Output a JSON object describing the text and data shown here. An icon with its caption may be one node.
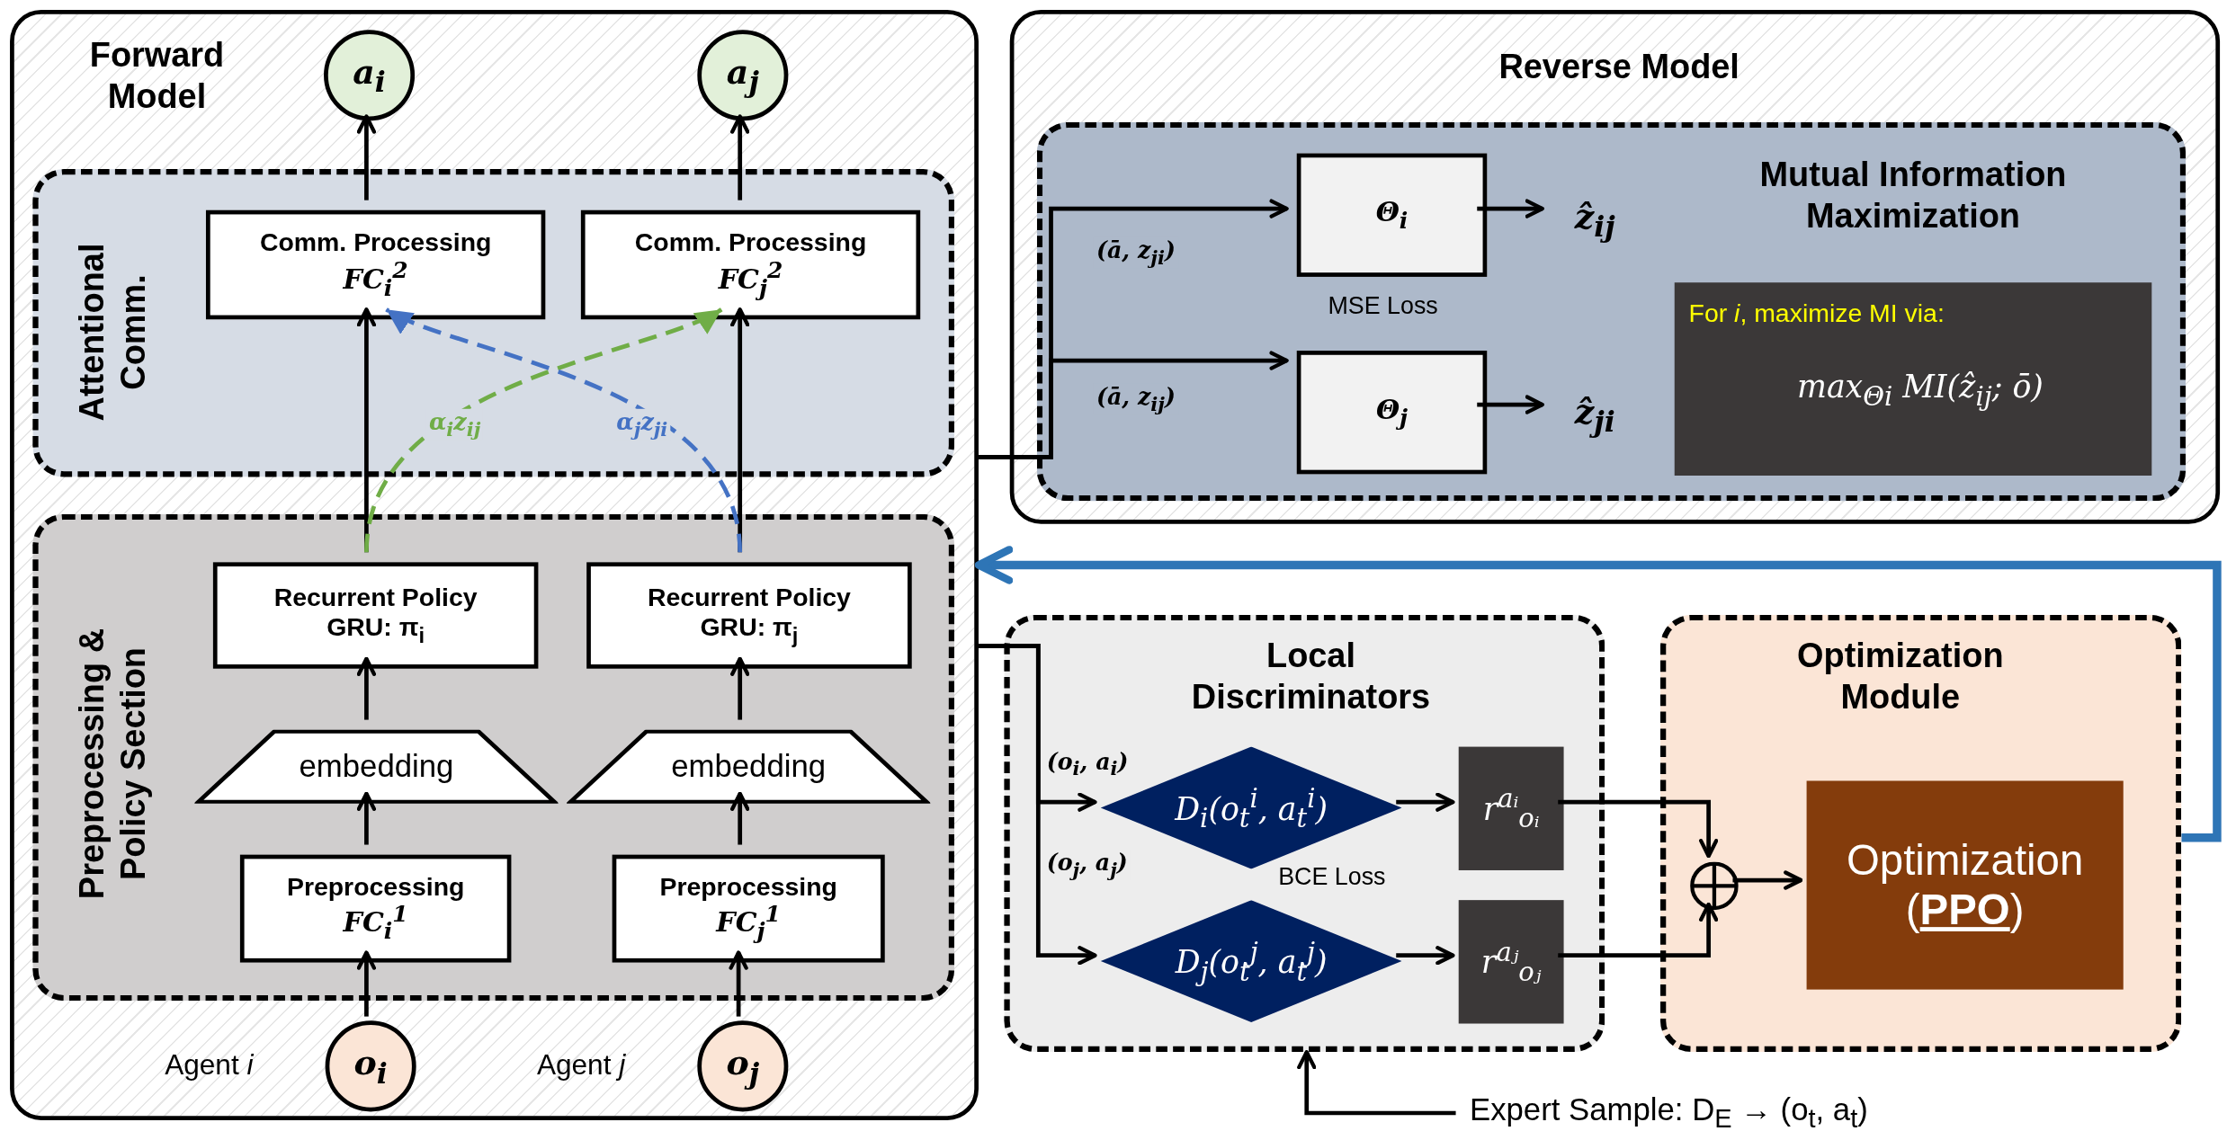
{
  "diagram": {
    "nodes": [
      {
        "text": [
          "Forward Model"
        ]
      },
      {
        "text": [
          "a$_{i}$"
        ],
        "in": 0
      },
      {
        "text": [
          "a$_{j}$"
        ],
        "in": 0
      },
      {
        "text": [
          "Attentional Comm."
        ],
        "in": 0
      },
      {
        "text": [
          "Comm. Processing",
          "FC$_{i}$$^{2}$"
        ],
        "in": 3
      },
      {
        "text": [
          "Comm. Processing",
          "FC$_{j}$$^{2}$"
        ],
        "in": 3
      },
      {
        "text": [
          "Preprocessing & Policy Section"
        ],
        "in": 0
      },
      {
        "text": [
          "Recurrent Policy",
          "GRU: π$_{i}$"
        ],
        "in": 6
      },
      {
        "text": [
          "Recurrent Policy",
          "GRU: π$_{j}$"
        ],
        "in": 6
      },
      {
        "text": [
          "embedding"
        ],
        "in": 6
      },
      {
        "text": [
          "embedding"
        ],
        "in": 6
      },
      {
        "text": [
          "Preprocessing",
          "FC$_{i}$$^{1}$"
        ],
        "in": 6
      },
      {
        "text": [
          "Preprocessing",
          "FC$_{j}$$^{1}$"
        ],
        "in": 6
      },
      {
        "text": [
          "o$_{i}$"
        ],
        "in": 0,
        "beside": [
          "Agent *i*"
        ]
      },
      {
        "text": [
          "o$_{j}$"
        ],
        "in": 0,
        "beside": [
          "Agent *j*"
        ]
      },
      {
        "text": [
          "Reverse Model"
        ]
      },
      {
        "text": [
          "Mutual Information Maximization"
        ],
        "in": 15
      },
      {
        "text": [
          "Θ$_{i}$"
        ],
        "in": 16
      },
      {
        "text": [
          "Θ$_{j}$"
        ],
        "in": 16
      },
      {
        "text": [
          "ẑ$_{ij}$"
        ],
        "in": 16
      },
      {
        "text": [
          "ẑ$_{ji}$"
        ],
        "in": 16
      },
      {
        "text": [
          "For *i*, maximize MI via:",
          "max$_{Θi}$ MI(ẑ$_{ij}$; ō)"
        ],
        "in": 16
      },
      {
        "text": [
          "Local Discriminators"
        ]
      },
      {
        "text": [
          "D$_{i}$(o$_{t}$$^{i}$, a$_{t}$$^{i}$)"
        ],
        "in": 22
      },
      {
        "text": [
          "D$_{j}$(o$_{t}$$^{j}$, a$_{t}$$^{j}$)"
        ],
        "in": 22
      },
      {
        "text": [
          "r$^{aᵢ}$$_{oᵢ}$"
        ],
        "in": 22
      },
      {
        "text": [
          "r$^{aⱼ}$$_{oⱼ}$"
        ],
        "in": 22
      },
      {
        "text": [
          "Optimization Module"
        ]
      },
      {
        "text": [],
        "shape": "circle",
        "in": 27
      },
      {
        "text": [
          "Optimization (**PPO**)"
        ],
        "in": 27
      },
      {
        "text": [
          "Expert Sample: D$_{E}$ → (o$_{t}$, a$_{t}$)"
        ]
      }
    ],
    "edges": [
      {
        "from": 4,
        "to": 1,
        "arrow": "to"
      },
      {
        "from": 5,
        "to": 2,
        "arrow": "to"
      },
      {
        "from": 7,
        "to": 4,
        "arrow": "to"
      },
      {
        "from": 8,
        "to": 5,
        "arrow": "to"
      },
      {
        "from": 7,
        "to": 5,
        "arrow": "to",
        "label": "α$_{i}$z$_{ij}$",
        "style": "dashed",
        "color": "#70ad47"
      },
      {
        "from": 8,
        "to": 4,
        "arrow": "to",
        "label": "α$_{j}$z$_{ji}$",
        "style": "dashed",
        "color": "#4472c4"
      },
      {
        "from": 9,
        "to": 7,
        "arrow": "to"
      },
      {
        "from": 10,
        "to": 8,
        "arrow": "to"
      },
      {
        "from": 11,
        "to": 9,
        "arrow": "to"
      },
      {
        "from": 12,
        "to": 10,
        "arrow": "to"
      },
      {
        "from": 13,
        "to": 11,
        "arrow": "to"
      },
      {
        "from": 14,
        "to": 12,
        "arrow": "to"
      },
      {
        "from": 0,
        "to": 17,
        "arrow": "to",
        "label": "(ā, z$_{ji}$)"
      },
      {
        "from": 0,
        "to": 18,
        "arrow": "to",
        "label": "(ā, z$_{ij}$)"
      },
      {
        "from": 17,
        "to": 19,
        "arrow": "to"
      },
      {
        "from": 18,
        "to": 20,
        "arrow": "to"
      },
      {
        "from": 0,
        "to": 23,
        "arrow": "to",
        "label": "(o$_{i}$, a$_{i}$)"
      },
      {
        "from": 0,
        "to": 24,
        "arrow": "to",
        "label": "(o$_{j}$, a$_{j}$)"
      },
      {
        "from": 23,
        "to": 25,
        "arrow": "to"
      },
      {
        "from": 24,
        "to": 26,
        "arrow": "to"
      },
      {
        "from": 25,
        "to": 28,
        "arrow": "to"
      },
      {
        "from": 26,
        "to": 28,
        "arrow": "to"
      },
      {
        "from": 28,
        "to": 29,
        "arrow": "to"
      },
      {
        "from": 27,
        "to": 0,
        "arrow": "to",
        "style": "thick",
        "color": "#2e75b6"
      },
      {
        "from": 30,
        "to": 22,
        "arrow": "to"
      }
    ],
    "labels": [
      "MSE Loss",
      "BCE Loss"
    ]
  }
}
